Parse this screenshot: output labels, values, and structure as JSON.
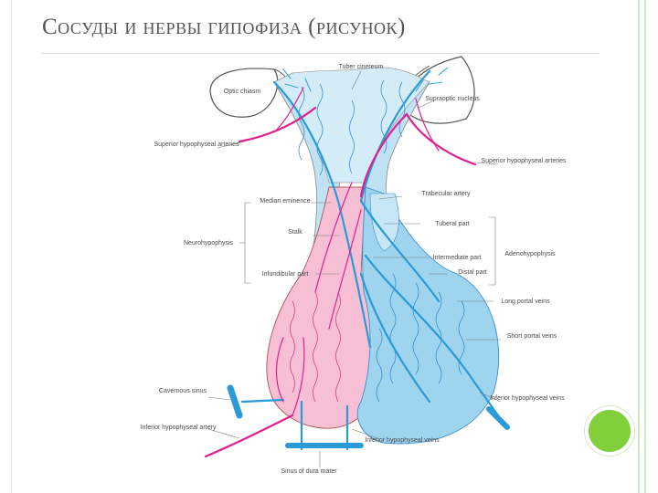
{
  "slide": {
    "title": "Сосуды и нервы гипофиза (рисунок)"
  },
  "diagram": {
    "labels": {
      "tuber": "Tuber cinereum",
      "chiasm": "Optic chiasm",
      "supraoptic": "Supraoptic nucleus",
      "sup_hyp_left": "Superior hypophyseal arteries",
      "sup_hyp_right": "Superior hypophyseal arteries",
      "trabecular": "Trabecular artery",
      "median_eminence": "Median eminence",
      "stalk": "Stalk",
      "infundibular_part": "Infundibular part",
      "neurohypophysis": "Neurohypophysis",
      "tuberal_part": "Tuberal part",
      "adenohypophysis": "Adenohypophysis",
      "intermediate_part": "Intermediate part",
      "distal_part": "Distal part",
      "long_portal": "Long portal veins",
      "short_portal": "Short portal veins",
      "inf_hyp_veins": "Inferior hypophyseal veins",
      "cavernous_sinus": "Cavernous sinus",
      "inf_hyp_artery": "Inferior hypophyseal artery",
      "inf_hyp_veins_2": "Inferior hypophyseal veins",
      "sinus_bottom": "Sinus of dura mater"
    },
    "colors": {
      "neuro": "#f6bfd3",
      "adeno": "#9fd4ef",
      "stalk": "#bfe3f4",
      "artery": "#e0208f",
      "vein": "#2a9bd6"
    },
    "icon": "green-circle-badge"
  }
}
